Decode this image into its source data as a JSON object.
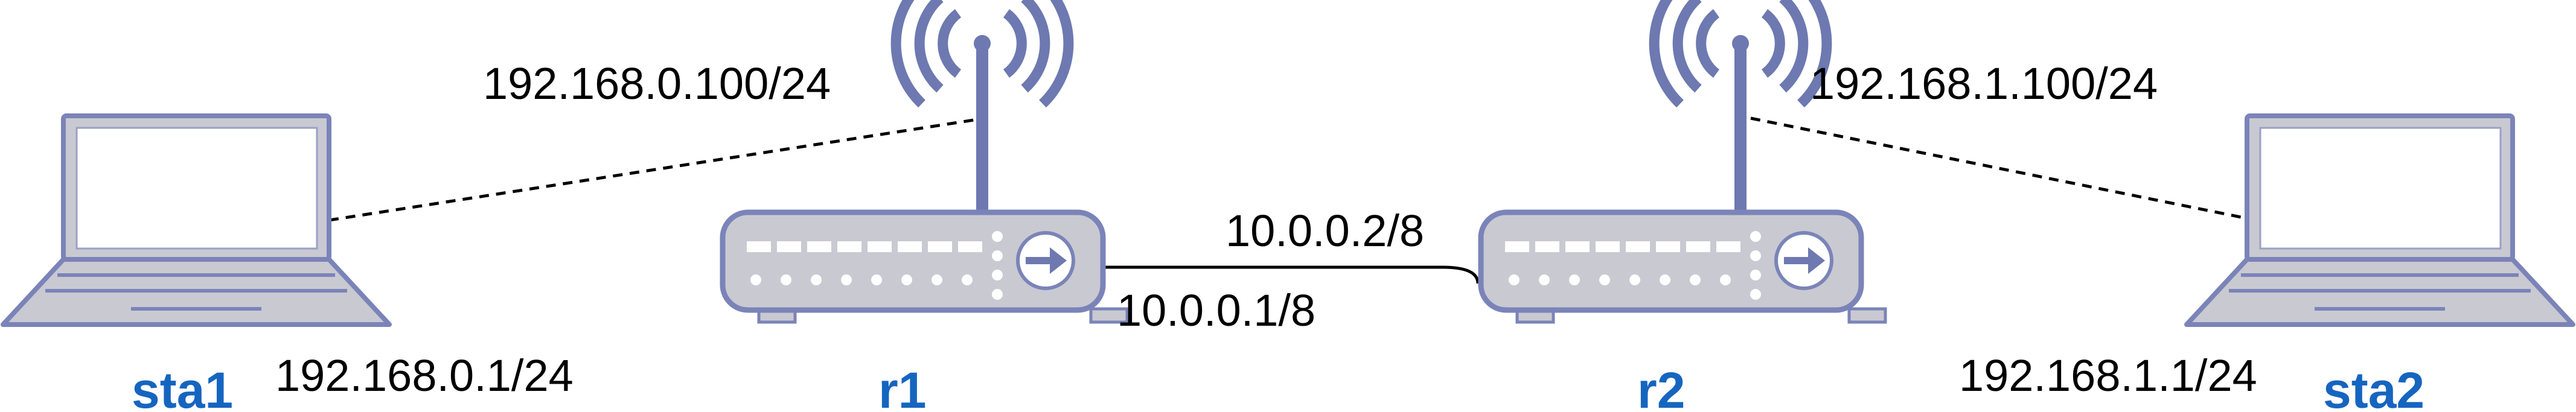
{
  "diagram": {
    "nodes": {
      "sta1": {
        "label": "sta1",
        "type": "laptop"
      },
      "r1": {
        "label": "r1",
        "type": "wireless-router"
      },
      "r2": {
        "label": "r2",
        "type": "wireless-router"
      },
      "sta2": {
        "label": "sta2",
        "type": "laptop"
      }
    },
    "links": [
      {
        "from": "sta1",
        "to": "r1",
        "style": "wireless-dashed"
      },
      {
        "from": "r1",
        "to": "r2",
        "style": "wired-solid"
      },
      {
        "from": "r2",
        "to": "sta2",
        "style": "wireless-dashed"
      }
    ],
    "addresses": {
      "r1_wlan": "192.168.0.100/24",
      "sta1_wlan": "192.168.0.1/24",
      "r1_eth": "10.0.0.1/8",
      "r2_eth": "10.0.0.2/8",
      "r2_wlan": "192.168.1.100/24",
      "sta2_wlan": "192.168.1.1/24"
    },
    "colors": {
      "device_fill": "#c9c9d2",
      "device_stroke": "#7b84b8",
      "antenna": "#6d79b0",
      "label": "#1565c0",
      "line": "#000000"
    }
  }
}
